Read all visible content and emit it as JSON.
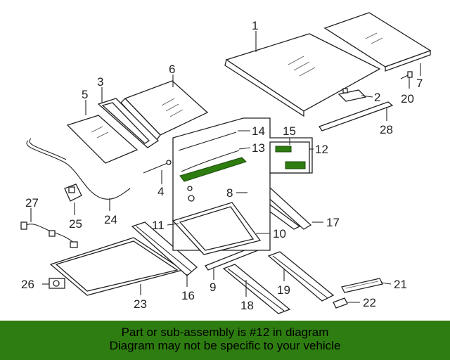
{
  "callouts": [
    "1",
    "2",
    "3",
    "4",
    "5",
    "6",
    "7",
    "8",
    "9",
    "10",
    "11",
    "12",
    "13",
    "14",
    "15",
    "16",
    "17",
    "18",
    "19",
    "20",
    "21",
    "22",
    "23",
    "24",
    "25",
    "26",
    "27",
    "28"
  ],
  "footer": {
    "line1": "Part or sub-assembly is #12 in diagram",
    "line2": "Diagram may not be specific to your vehicle"
  },
  "colors": {
    "footer_bg": "#2e7d10",
    "highlight_part": "#2e7d10",
    "line": "#222222"
  }
}
